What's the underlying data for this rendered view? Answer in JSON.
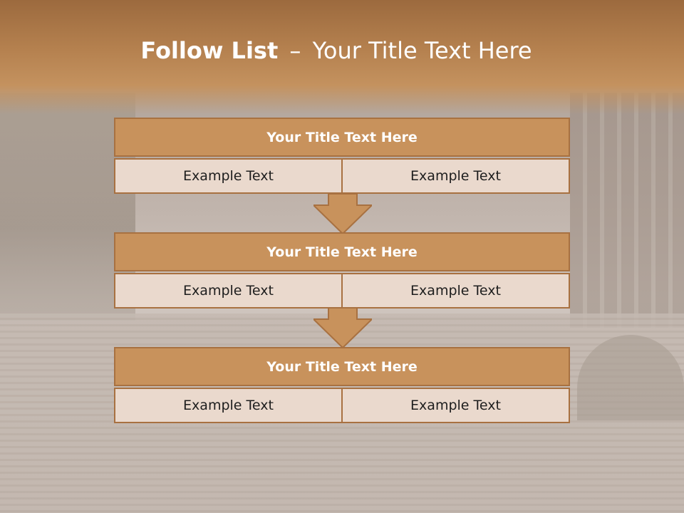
{
  "title": {
    "bold": "Follow List",
    "separator": "–",
    "rest": "Your Title Text Here"
  },
  "blocks": [
    {
      "title": "Your Title Text Here",
      "cells": [
        "Example Text",
        "Example Text"
      ]
    },
    {
      "title": "Your Title Text Here",
      "cells": [
        "Example Text",
        "Example Text"
      ]
    },
    {
      "title": "Your Title Text Here",
      "cells": [
        "Example Text",
        "Example Text"
      ]
    }
  ],
  "colors": {
    "header": "#b5814f",
    "title_box": "#c8925c",
    "cell_box": "#ead9cd",
    "border": "#a87141"
  }
}
